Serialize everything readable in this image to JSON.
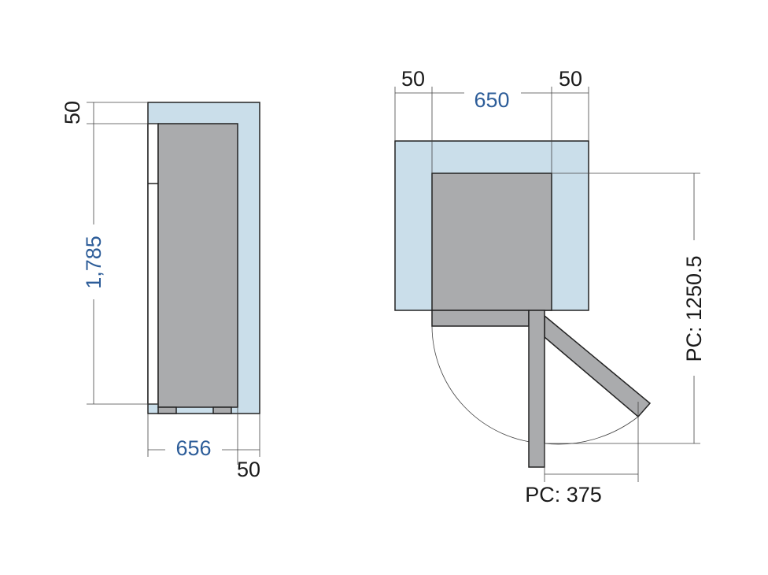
{
  "side_view": {
    "top_clearance": "50",
    "height": "1,785",
    "depth": "656",
    "rear_clearance": "50"
  },
  "top_view": {
    "left_clearance": "50",
    "width": "650",
    "right_clearance": "50",
    "door_depth": "PC: 1250.5",
    "door_swing": "PC: 375"
  },
  "colors": {
    "dimension_text": "#2d5d99",
    "clearance": "#cadeea",
    "unit": "#aaabad"
  }
}
